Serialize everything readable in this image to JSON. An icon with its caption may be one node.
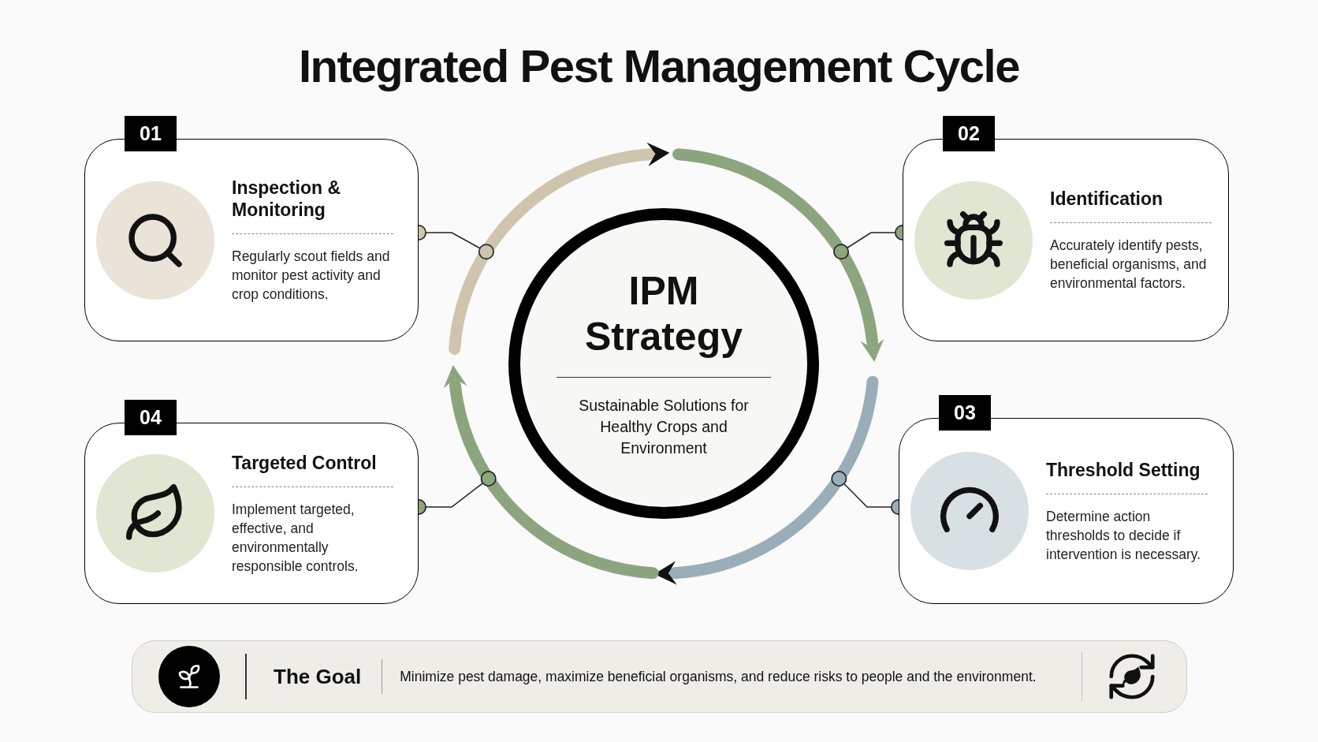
{
  "diagram": {
    "title": "Integrated Pest Management Cycle",
    "nodes": [
      {
        "text": [
          "01",
          "Inspection & Monitoring",
          "Regularly scout fields and monitor pest activity and crop conditions."
        ]
      },
      {
        "text": [
          "02",
          "Identification",
          "Accurately identify pests, beneficial organisms, and environmental factors."
        ]
      },
      {
        "text": [
          "IPM Strategy",
          "Sustainable Solutions for Healthy Crops and Environment"
        ]
      },
      {
        "text": [
          "04",
          "Targeted Control",
          "Implement targeted, effective, and environmentally responsible controls."
        ]
      },
      {
        "text": [
          "03",
          "Threshold Setting",
          "Determine action thresholds to decide if intervention is necessary."
        ]
      },
      {
        "text": [
          "The Goal",
          "Minimize pest damage, maximize beneficial organisms, and reduce risks to people and the environment."
        ]
      }
    ],
    "edges": [
      {
        "from": 0,
        "to": 2,
        "arrow": "other"
      },
      {
        "from": 1,
        "to": 2,
        "arrow": "other"
      },
      {
        "from": 3,
        "to": 2,
        "arrow": "other"
      },
      {
        "from": 4,
        "to": 2,
        "arrow": "other"
      }
    ]
  }
}
